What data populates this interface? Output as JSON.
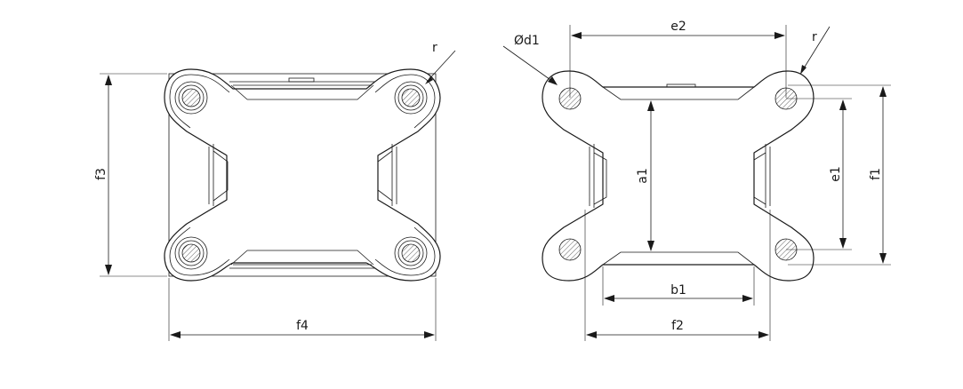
{
  "labels": {
    "r_left": "r",
    "f3": "f3",
    "f4": "f4",
    "d1": "Ød1",
    "e2": "e2",
    "r_right": "r",
    "a1": "a1",
    "e1": "e1",
    "f1": "f1",
    "b1": "b1",
    "f2": "f2"
  }
}
